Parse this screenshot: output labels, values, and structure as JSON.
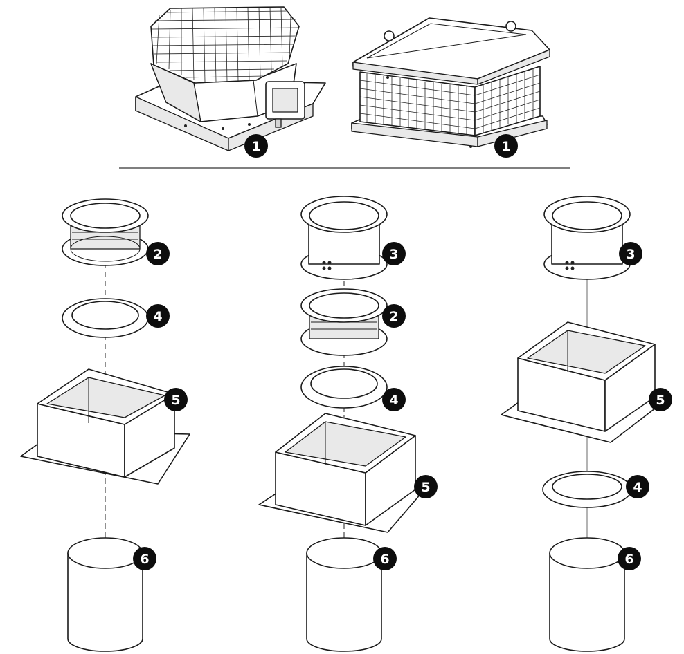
{
  "callouts": [
    {
      "id": "fan-hex",
      "label": "1"
    },
    {
      "id": "fan-box",
      "label": "1"
    },
    {
      "id": "a-flex",
      "label": "2"
    },
    {
      "id": "a-flange",
      "label": "4"
    },
    {
      "id": "a-curb",
      "label": "5"
    },
    {
      "id": "a-duct",
      "label": "6"
    },
    {
      "id": "b-damper",
      "label": "3"
    },
    {
      "id": "b-flex",
      "label": "2"
    },
    {
      "id": "b-flange",
      "label": "4"
    },
    {
      "id": "b-curb",
      "label": "5"
    },
    {
      "id": "b-duct",
      "label": "6"
    },
    {
      "id": "c-damper",
      "label": "3"
    },
    {
      "id": "c-curb",
      "label": "5"
    },
    {
      "id": "c-flange",
      "label": "4"
    },
    {
      "id": "c-duct",
      "label": "6"
    }
  ]
}
